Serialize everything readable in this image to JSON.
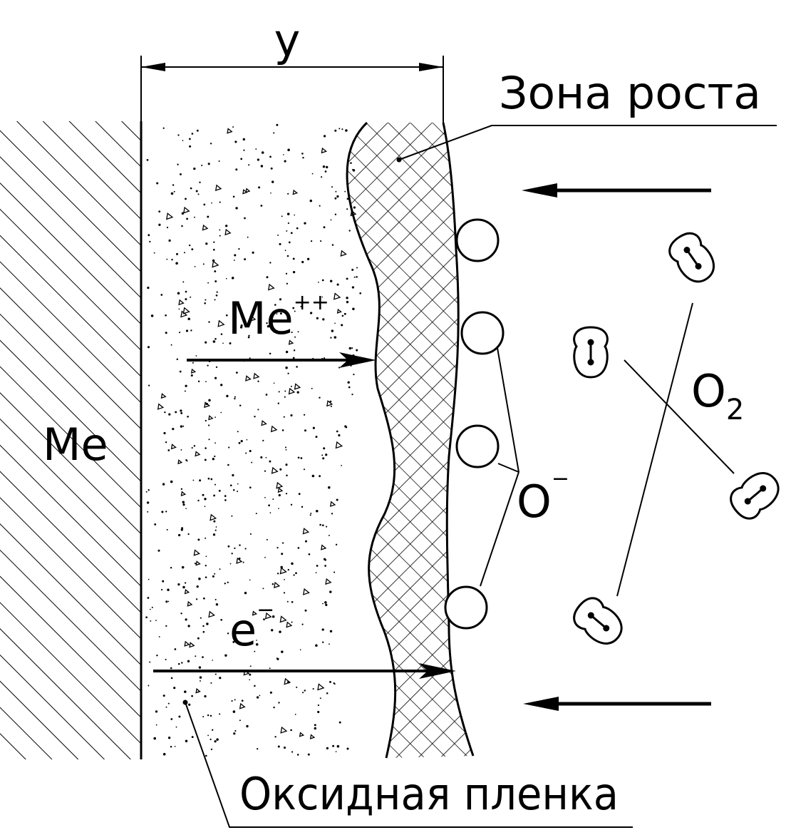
{
  "labels": {
    "thickness": "y",
    "growth_zone": "Зона роста",
    "oxide_film": "Оксидная пленка",
    "metal": "Me",
    "metal_ion": "Me",
    "metal_ion_charge": "++",
    "electron": "e",
    "electron_charge": "−",
    "oxygen_ion": "O",
    "oxygen_ion_charge": "−",
    "oxygen_molecule": "O",
    "oxygen_molecule_index": "2"
  },
  "colors": {
    "ink": "#000000",
    "background": "#ffffff"
  }
}
